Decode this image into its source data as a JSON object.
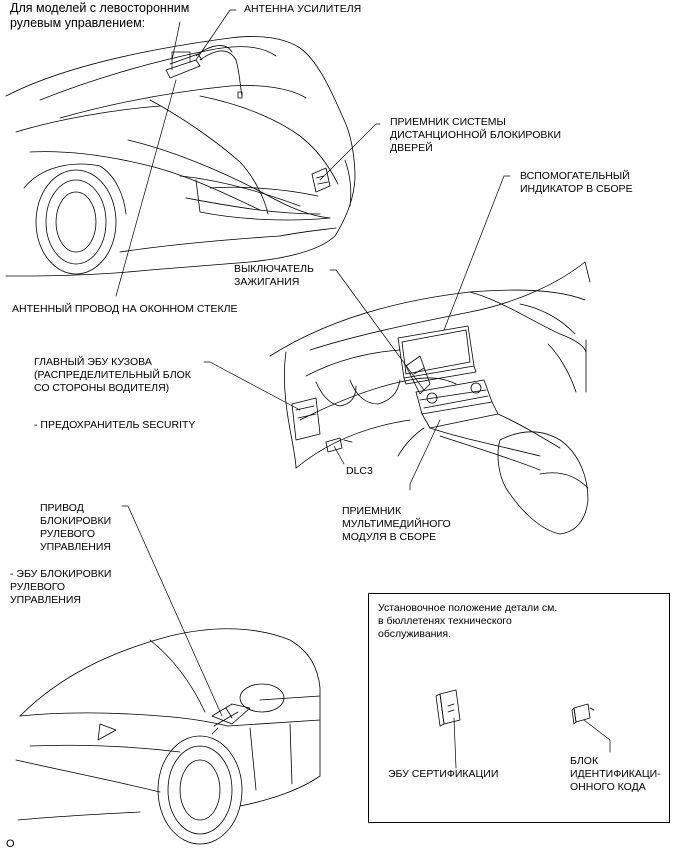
{
  "header": {
    "lhd_note": "Для моделей с левосторонним\nрулевым управлением:"
  },
  "labels": {
    "amp_antenna": "АНТЕННА УСИЛИТЕЛЯ",
    "door_lock_receiver": "ПРИЕМНИК СИСТЕМЫ\nДИСТАНЦИОННОЙ БЛОКИРОВКИ\nДВЕРЕЙ",
    "aux_indicator": "ВСПОМОГАТЕЛЬНЫЙ\nИНДИКАТОР В СБОРЕ",
    "ignition_switch": "ВЫКЛЮЧАТЕЛЬ\nЗАЖИГАНИЯ",
    "antenna_wire": "АНТЕННЫЙ ПРОВОД НА ОКОННОМ СТЕКЛЕ",
    "main_body_ecu": "ГЛАВНЫЙ ЭБУ КУЗОВА\n(РАСПРЕДЕЛИТЕЛЬНЫЙ БЛОК\nСО СТОРОНЫ ВОДИТЕЛЯ)",
    "fuse_security": "- ПРЕДОХРАНИТЕЛЬ SECURITY",
    "dlc3": "DLC3",
    "multimedia_receiver": "ПРИЕМНИК\nМУЛЬТИМЕДИЙНОГО\nМОДУЛЯ В СБОРЕ",
    "steering_lock_actuator": "ПРИВОД\nБЛОКИРОВКИ\nРУЛЕВОГО\nУПРАВЛЕНИЯ",
    "steering_lock_ecu": "- ЭБУ БЛОКИРОВКИ\nРУЛЕВОГО\nУПРАВЛЕНИЯ"
  },
  "inset": {
    "note": "Установочное положение детали см.\nв бюллетенях технического\nобслуживания.",
    "cert_ecu": "ЭБУ СЕРТИФИКАЦИИ",
    "id_code_box": "БЛОК\nИДЕНТИФИКАЦИ-\nОННОГО КОДА"
  },
  "figure_code": "O"
}
